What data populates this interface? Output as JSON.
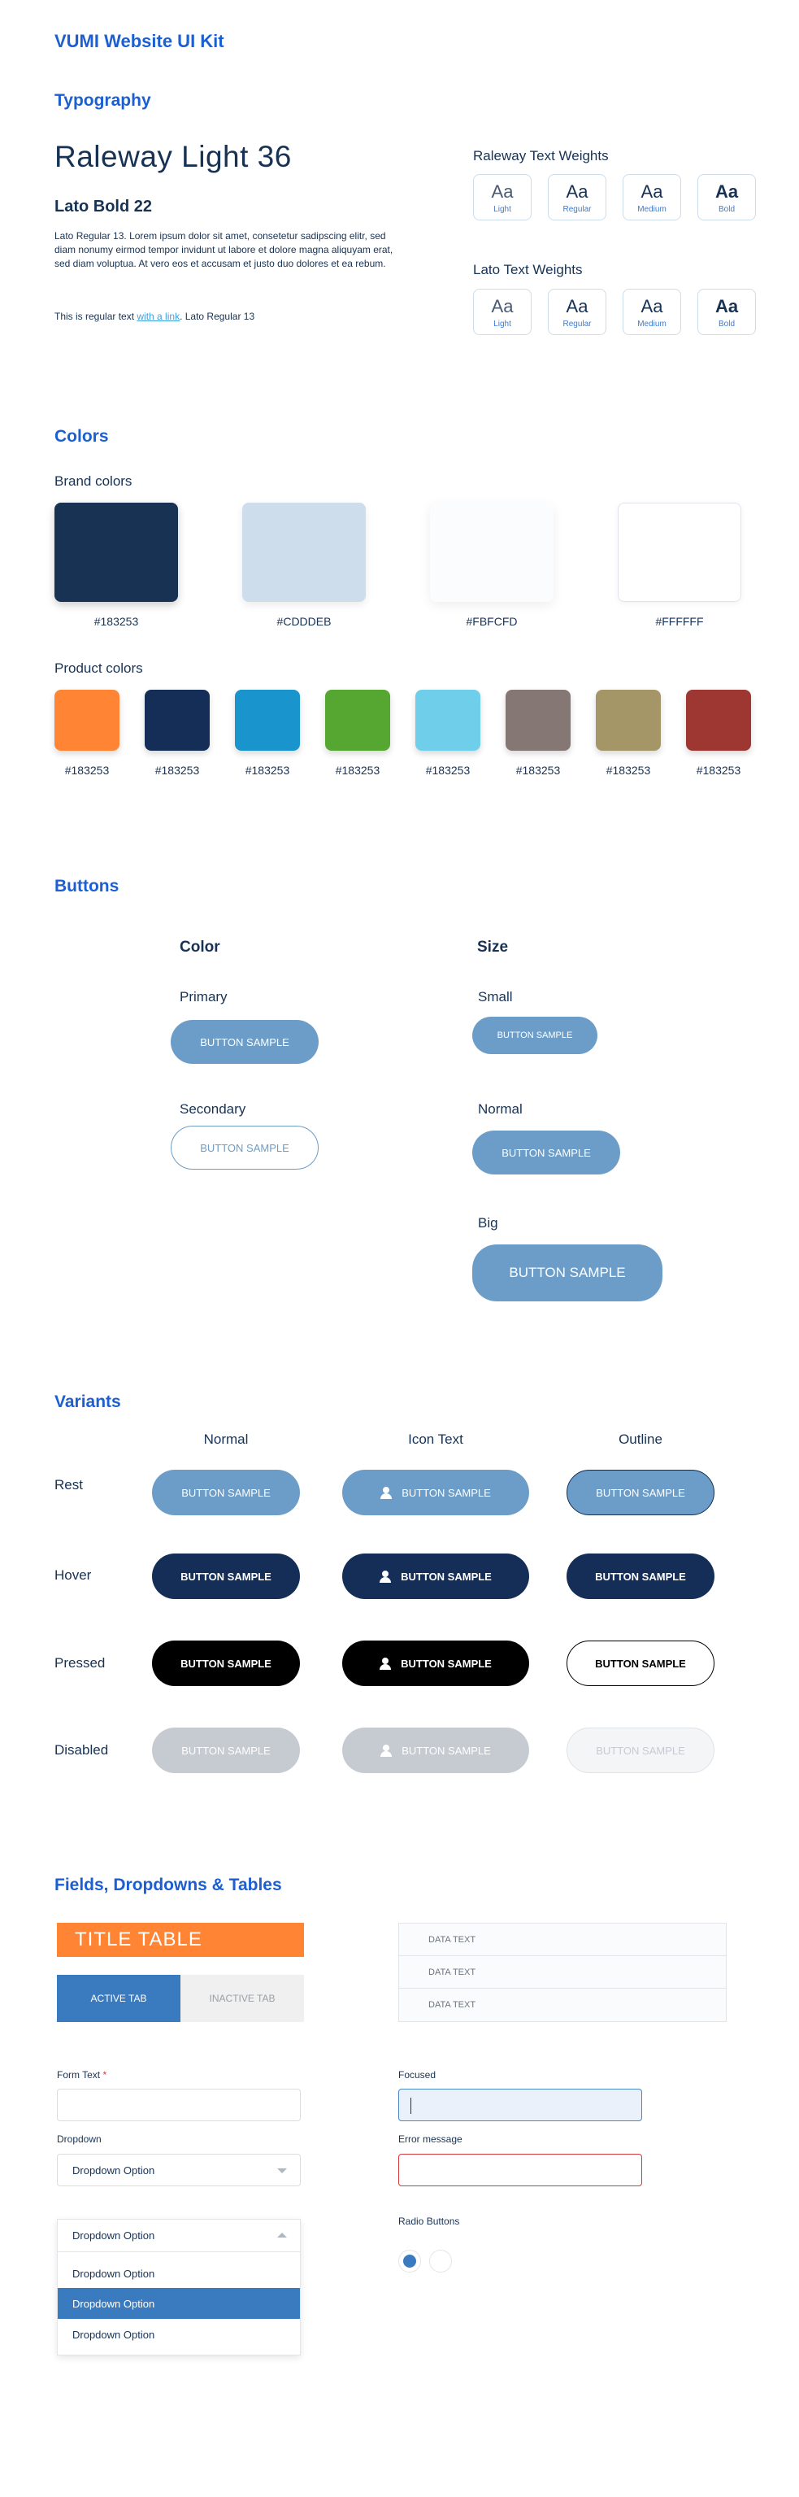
{
  "header": {
    "title": "VUMI Website UI Kit"
  },
  "typography": {
    "section_title": "Typography",
    "raleway_sample": "Raleway Light 36",
    "lato_bold_sample": "Lato Bold 22",
    "lorem": "Lato Regular 13. Lorem ipsum dolor sit amet, consetetur sadipscing elitr, sed diam nonumy eirmod tempor invidunt ut labore et dolore magna aliquyam erat, sed diam voluptua. At vero eos et accusam et justo duo dolores et ea rebum.",
    "regular_prefix": "This is regular text ",
    "regular_link": "with a link",
    "regular_suffix": ". Lato Regular 13",
    "raleway_weights_title": "Raleway Text Weights",
    "lato_weights_title": "Lato Text Weights",
    "sample_glyph": "Aa",
    "weights": [
      "Light",
      "Regular",
      "Medium",
      "Bold"
    ]
  },
  "colors": {
    "section_title": "Colors",
    "brand_title": "Brand colors",
    "brand": [
      {
        "hex": "#183253",
        "label": "#183253"
      },
      {
        "hex": "#CDDDEB",
        "label": "#CDDDEB"
      },
      {
        "hex": "#FBFCFD",
        "label": "#FBFCFD"
      },
      {
        "hex": "#FFFFFF",
        "label": "#FFFFFF"
      }
    ],
    "product_title": "Product colors",
    "product": [
      {
        "hex": "#FF8534",
        "label": "#183253"
      },
      {
        "hex": "#142E58",
        "label": "#183253"
      },
      {
        "hex": "#1A94CC",
        "label": "#183253"
      },
      {
        "hex": "#56A632",
        "label": "#183253"
      },
      {
        "hex": "#6FCFEB",
        "label": "#183253"
      },
      {
        "hex": "#857874",
        "label": "#183253"
      },
      {
        "hex": "#A59668",
        "label": "#183253"
      },
      {
        "hex": "#9E3731",
        "label": "#183253"
      }
    ]
  },
  "buttons": {
    "section_title": "Buttons",
    "color_title": "Color",
    "size_title": "Size",
    "primary_label": "Primary",
    "secondary_label": "Secondary",
    "small_label": "Small",
    "normal_label": "Normal",
    "big_label": "Big",
    "sample_text": "BUTTON SAMPLE"
  },
  "variants": {
    "section_title": "Variants",
    "columns": [
      "Normal",
      "Icon Text",
      "Outline"
    ],
    "rows": [
      "Rest",
      "Hover",
      "Pressed",
      "Disabled"
    ],
    "sample_text": "BUTTON SAMPLE"
  },
  "fields": {
    "section_title": "Fields, Dropdowns & Tables",
    "table_title": "TITLE TABLE",
    "active_tab": "ACTIVE TAB",
    "inactive_tab": "INACTIVE TAB",
    "data_rows": [
      "DATA TEXT",
      "DATA TEXT",
      "DATA TEXT"
    ],
    "form_text_label": "Form Text",
    "required_mark": "*",
    "dropdown_label": "Dropdown",
    "dropdown_value": "Dropdown Option",
    "open_dropdown_value": "Dropdown Option",
    "options": [
      "Dropdown Option",
      "Dropdown Option",
      "Dropdown Option"
    ],
    "focused_label": "Focused",
    "error_label": "Error message",
    "radio_label": "Radio Buttons"
  },
  "palette": {
    "accent": "#1C5FD1",
    "primary_button": "#6C9DC8",
    "hover_button": "#142E58",
    "pressed_button": "#000000",
    "disabled_button": "#C6CBD2",
    "active_tab": "#3A7BBF",
    "selected_option": "#3A7BBF"
  }
}
